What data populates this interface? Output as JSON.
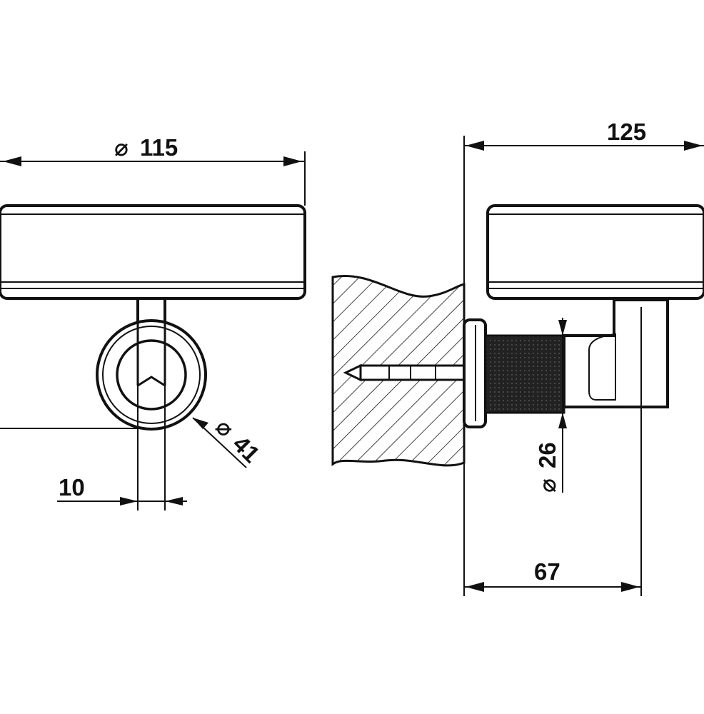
{
  "dimensions": {
    "front_diameter": "115",
    "ring_diameter": "41",
    "stem_width": "10",
    "side_depth": "125",
    "rosette_diameter": "26",
    "wall_offset": "67"
  },
  "symbols": {
    "diameter": "⌀"
  },
  "colors": {
    "ink": "#111111",
    "paper": "#ffffff"
  }
}
